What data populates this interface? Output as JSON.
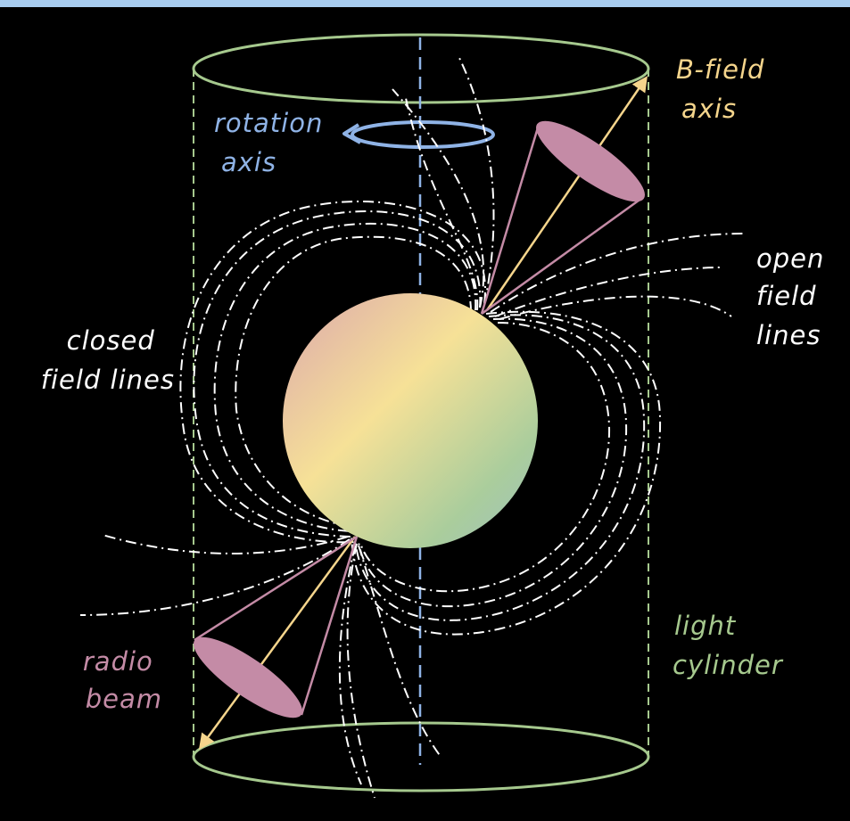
{
  "labels": {
    "rotation_axis": [
      "rotation",
      "axis"
    ],
    "bfield_axis": [
      "B-field",
      "axis"
    ],
    "open_field_lines": [
      "open",
      "field",
      "lines"
    ],
    "closed_field_lines": [
      "closed",
      "field lines"
    ],
    "radio_beam": [
      "radio",
      "beam"
    ],
    "light_cylinder": [
      "light",
      "cylinder"
    ]
  },
  "colors": {
    "background": "#000000",
    "top_bar": "#a9cdf0",
    "cylinder": "#a6c98e",
    "rotation_axis": "#8fb3e6",
    "bfield_axis": "#f5d58c",
    "beam": "#c48ba6",
    "field_lines": "#ffffff",
    "star_gradient": [
      "#dca8ac",
      "#f6e197",
      "#aacd9c",
      "#9fc1c0"
    ]
  }
}
